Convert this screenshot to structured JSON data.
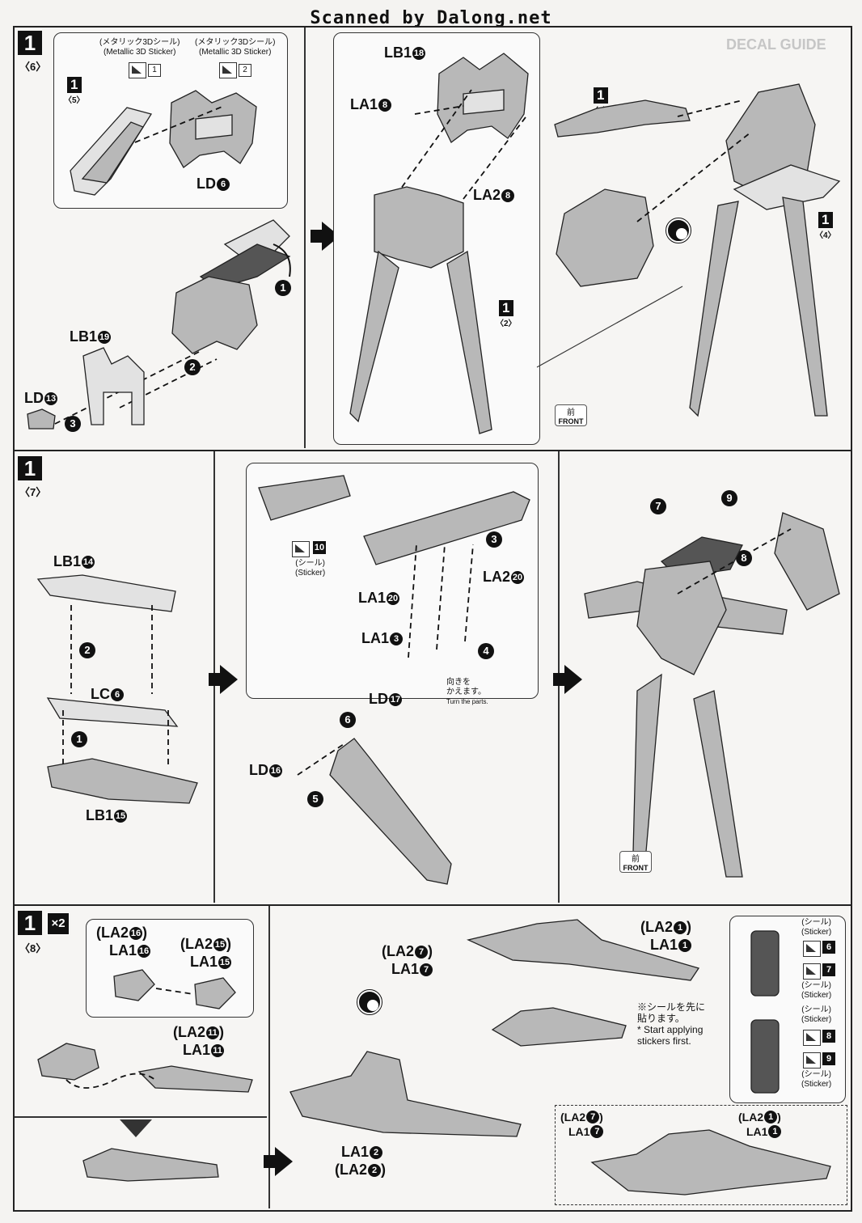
{
  "watermark": "Scanned by Dalong.net",
  "step6": {
    "num": "1",
    "sub": "〈6〉",
    "sticker1_jp": "(メタリック3Dシール)",
    "sticker1_en": "(Metallic 3D Sticker)",
    "sticker1_no": "1",
    "sticker2_jp": "(メタリック3Dシール)",
    "sticker2_en": "(Metallic 3D Sticker)",
    "sticker2_no": "2",
    "ref5_num": "1",
    "ref5_sub": "〈5〉",
    "ld6": "LD",
    "ld6_c": "6",
    "lb119": "LB1",
    "lb119_c": "19",
    "ld13": "LD",
    "ld13_c": "13",
    "s1": "1",
    "s2": "2",
    "s3": "3",
    "lb118": "LB1",
    "lb118_c": "18",
    "la18": "LA1",
    "la18_c": "8",
    "la28": "LA2",
    "la28_c": "8",
    "ref2_num": "1",
    "ref2_sub": "〈2〉",
    "ref4a_num": "1",
    "ref4a_sub": "〈4〉",
    "ref4b_num": "1",
    "ref4b_sub": "〈4〉",
    "decal_heading": "DECAL GUIDE",
    "front_jp": "前",
    "front_en": "FRONT"
  },
  "step7": {
    "num": "1",
    "sub": "〈7〉",
    "lb114": "LB1",
    "lb114_c": "14",
    "lc6": "LC",
    "lc6_c": "6",
    "lb115": "LB1",
    "lb115_c": "15",
    "s1": "1",
    "s2": "2",
    "sticker_jp": "(シール)",
    "sticker_en": "(Sticker)",
    "sticker_no": "10",
    "la220": "LA2",
    "la220_c": "20",
    "la120": "LA1",
    "la120_c": "20",
    "la13": "LA1",
    "la13_c": "3",
    "s3": "3",
    "s4": "4",
    "turn_jp1": "向きを",
    "turn_jp2": "かえます。",
    "turn_en": "Turn the parts.",
    "ld17": "LD",
    "ld17_c": "17",
    "ld16": "LD",
    "ld16_c": "16",
    "s5": "5",
    "s6": "6",
    "s7": "7",
    "s8": "8",
    "s9": "9",
    "front_jp": "前",
    "front_en": "FRONT"
  },
  "step8": {
    "num": "1",
    "sub": "〈8〉",
    "times": "×2",
    "la216": "(LA2",
    "la216_c": "16",
    "la216_close": ")",
    "la116": "LA1",
    "la116_c": "16",
    "la215": "(LA2",
    "la215_c": "15",
    "la215_close": ")",
    "la115": "LA1",
    "la115_c": "15",
    "la211": "(LA2",
    "la211_c": "11",
    "la211_close": ")",
    "la111": "LA1",
    "la111_c": "11",
    "la27": "(LA2",
    "la27_c": "7",
    "la27_close": ")",
    "la17": "LA1",
    "la17_c": "7",
    "la21": "(LA2",
    "la21_c": "1",
    "la21_close": ")",
    "la11": "LA1",
    "la11_c": "1",
    "la12": "LA1",
    "la12_c": "2",
    "la22": "(LA2",
    "la22_c": "2",
    "la22_close": ")",
    "note_jp1": "※シールを先に",
    "note_jp2": "貼ります。",
    "note_en1": "* Start applying",
    "note_en2": "stickers first.",
    "sticker_jp": "(シール)",
    "sticker_en": "(Sticker)",
    "st6": "6",
    "st7": "7",
    "st8": "8",
    "st9": "9",
    "inset_la27": "(LA2",
    "inset_la27_c": "7",
    "inset_la27_close": ")",
    "inset_la17": "LA1",
    "inset_la17_c": "7",
    "inset_la21": "(LA2",
    "inset_la21_c": "1",
    "inset_la21_close": ")",
    "inset_la11": "LA1",
    "inset_la11_c": "1"
  }
}
